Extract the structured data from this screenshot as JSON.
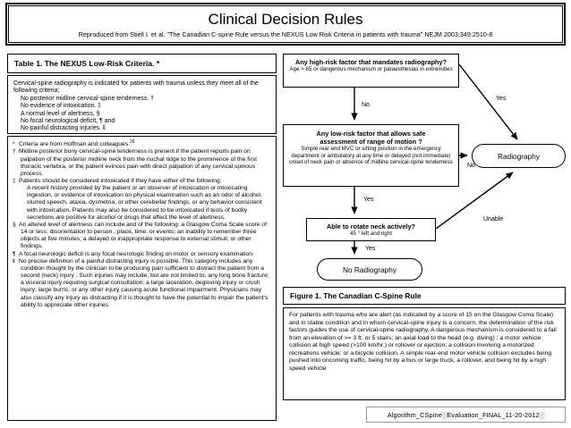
{
  "title": {
    "main": "Clinical Decision Rules",
    "sub": "Reproduced from Stiell I. et al. \"The Canadian C-spine Rule versus the NEXUS Low Risk Criteria in patients with trauma\" NEJM 2003;349:2510-8"
  },
  "table1": {
    "heading": "Table 1.  The NEXUS Low-Risk Criteria. *",
    "lead": "Cervical-spine radiography is indicated for patients with trauma unless they meet all of the following criteria;",
    "criteria": [
      "No posterior midline cervical-spine tenderness. †",
      "No evidence of intoxication. ‡",
      "A normal level of alertness, §",
      "No focal neurological deficit, ¶ and",
      "No painful distracting injuries. ‖"
    ],
    "notes": [
      {
        "sym": "*",
        "text": "Criteria are from Hoffman and colleagues.",
        "supref": "26"
      },
      {
        "sym": "†",
        "text": "Midline posterior bony cervical-spine tenderness is present if the patient reports pain on palpation of the posterior midline    neck from the nuchal ridge to the prominence of the first thoracic vertebra, or the patient evinces pain with direct palpation of any cervical spinous process."
      },
      {
        "sym": "‡",
        "text": "Patients should be considered intoxicated if they have either of the following:"
      },
      {
        "sym": "",
        "text": "A recent history provided by the patient or an observer of intoxication or intoxicating ingestion, or evidence of intoxication on physical examination such as an odor of alcohol, slurred speech, ataxia, dysmetria, or other cerebellar findings, or any behavior consistent with intoxication.  Patients may also be considered to be intoxicated if tests of bodily secretions are positive for alcohol or drugs that affect the level of alertness."
      },
      {
        "sym": "§",
        "text": "An altered level of alertness can include and of the following: a Glasgow Coma Scale score of 14 or less; disorientation to person , place, time, or events; an inability to remember three objects at five minutes; a delayed or inappropriate  response to external stimuli; or other findings."
      },
      {
        "sym": "¶",
        "text": "A focal neurologic deficit is any focal neurologic finding on motor or sensory examination."
      },
      {
        "sym": "‖",
        "text": "No precise definition of a painful distracting injury is possible.  This category includes any condition thought by the clinician to be producing pain sufficient to distract the patient from a second (neck) injury .  Such injuries may include, but are not limited to, any long bone fracture; a visceral injury requiring surgical consultation; a large laceration, degloving injury or crush injury; large burns; or any other injury causing acute functional impairment.  Physicians may also classify any injury as distracting if it is thought to have the potential to impair the patient's ability to appreciate other injuries."
      }
    ]
  },
  "flowchart": {
    "nodes": {
      "high_risk": {
        "question": "Any high-risk factor that mandates radiography?",
        "detail": "Age > 65 or dangerous mechanism or paraesthesias in extremities"
      },
      "low_risk": {
        "question_line1": "Any low-risk factor that allows safe",
        "question_line2": "assessment of range of motion  ?",
        "detail": "Simple rear end MVC or sitting position in the emergency department or ambulatory at any time or delayed (not immediate) onset of neck pain or absence of midline cervical-spine tenderness"
      },
      "rotate": {
        "question": "Able to rotate neck actively?",
        "detail": "45 °  left and right"
      },
      "radiography": "Radiography",
      "no_radiography": "No Radiography"
    },
    "edge_labels": {
      "high_no": "No",
      "high_yes": "Yes",
      "low_no": "No",
      "low_yes": "Yes",
      "rotate_unable": "Unable",
      "rotate_yes": "Yes"
    }
  },
  "figure1": {
    "heading": "Figure 1.  The Canadian C-Spine Rule",
    "body": "For patients with trauma who are alert (as indicated by a score of 15 on the Glasgow Coma Scale) and in stable condition and in whom cervical-spine injury is a concern, the determination of the risk factors guides the use of cervical-spine radiography.  A dangerous mechanism is considered to a fall from an elevation of >= 3 ft. or 5 stairs; an axial load to the head (e.g. diving) ; a motor vehicle collision at high speed (>100 km/hr.) or rollover or ejection; a collision involving a motorized recreations vehicle; or a bicycle collision.  A simple rear-end motor vehicle collision excludes  being pushed into oncoming traffic, being hit by a bus or large truck, a rollover, and being hit by a high speed vehicle"
  },
  "filename_box": {
    "label": "Algorithm_CSpine░Evaluation_FINAL_11-20-2012░"
  }
}
